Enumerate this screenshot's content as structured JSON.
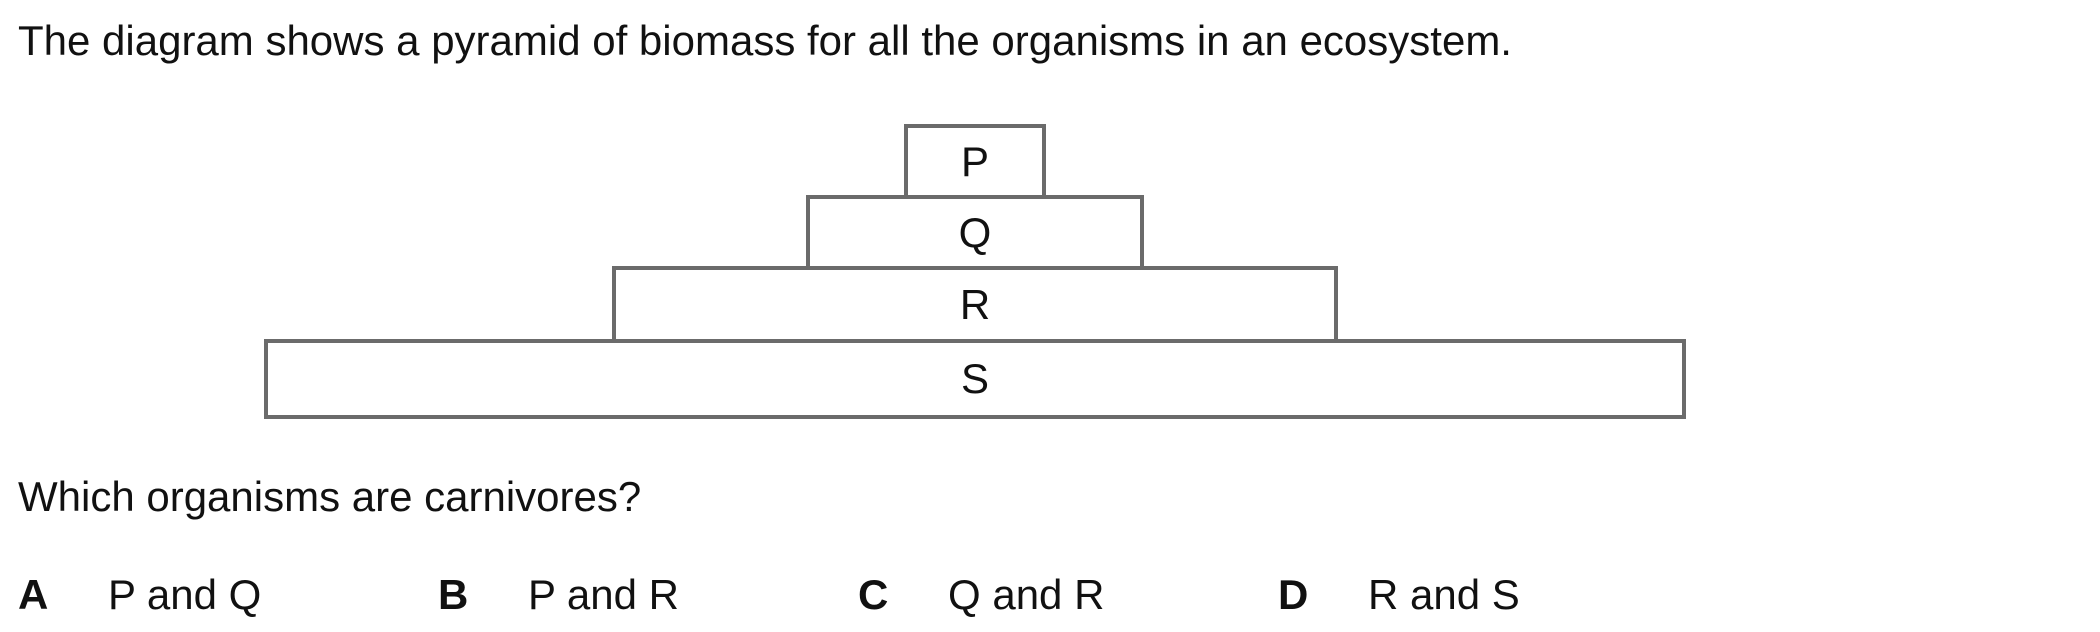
{
  "stem": "The diagram shows a pyramid of biomass for all the organisms in an ecosystem.",
  "pyramid": {
    "levels": [
      {
        "label": "P",
        "trophic_position": "top"
      },
      {
        "label": "Q",
        "trophic_position": "second from top"
      },
      {
        "label": "R",
        "trophic_position": "second from bottom"
      },
      {
        "label": "S",
        "trophic_position": "bottom"
      }
    ]
  },
  "question": "Which organisms are carnivores?",
  "options": [
    {
      "letter": "A",
      "text": "P and Q"
    },
    {
      "letter": "B",
      "text": "P and R"
    },
    {
      "letter": "C",
      "text": "Q and R"
    },
    {
      "letter": "D",
      "text": "R and S"
    }
  ]
}
